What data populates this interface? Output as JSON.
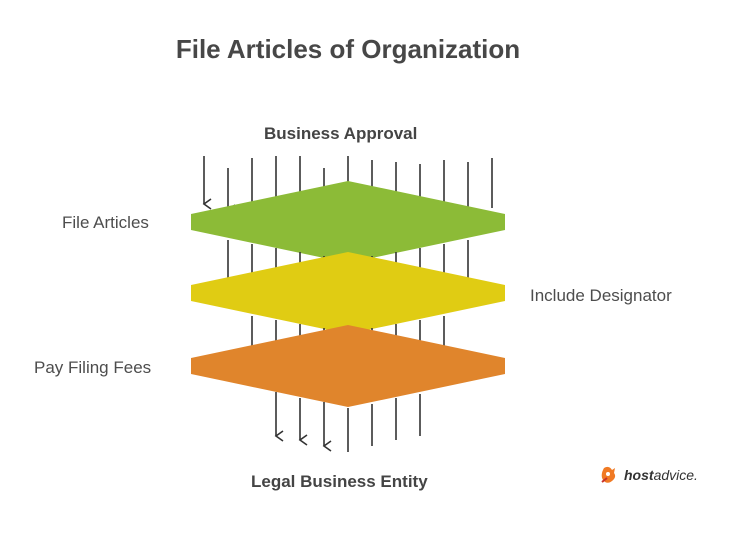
{
  "title": "File Articles of Organization",
  "top_label": "Business Approval",
  "bottom_label": "Legal Business Entity",
  "layers": [
    {
      "label": "File Articles",
      "color": "#8cbb37"
    },
    {
      "label": "Include Designator",
      "color": "#e0cc13"
    },
    {
      "label": "Pay Filing Fees",
      "color": "#e0852c"
    }
  ],
  "logo": {
    "bold": "host",
    "light": "advice."
  }
}
